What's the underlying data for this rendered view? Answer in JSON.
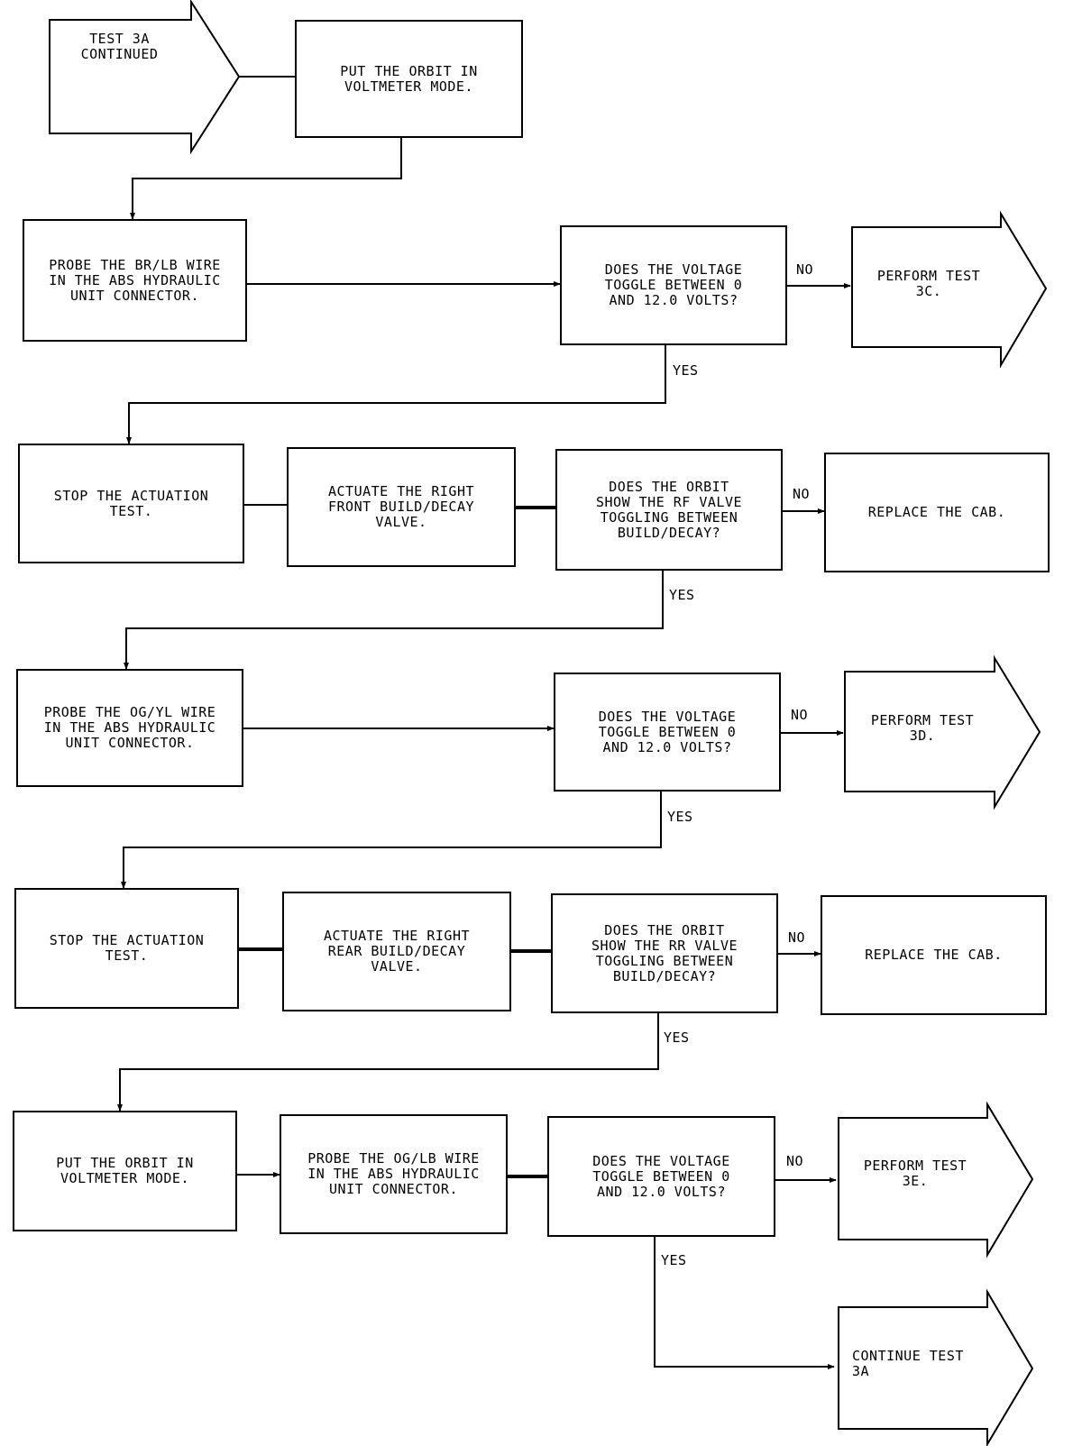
{
  "start": "TEST 3A\nCONTINUED",
  "steps": {
    "put_orbit_voltmeter_1": "PUT THE ORBIT IN\nVOLTMETER MODE.",
    "probe_brlb": "PROBE THE BR/LB WIRE\nIN THE ABS HYDRAULIC\nUNIT CONNECTOR.",
    "q_voltage_1": "DOES THE VOLTAGE\nTOGGLE BETWEEN 0\nAND 12.0 VOLTS?",
    "perform_3c": "PERFORM TEST\n3C.",
    "stop_actuation_1": "STOP THE ACTUATION\nTEST.",
    "actuate_rf": "ACTUATE THE RIGHT\nFRONT BUILD/DECAY\nVALVE.",
    "q_rf_valve": "DOES THE ORBIT\nSHOW THE RF VALVE\nTOGGLING BETWEEN\nBUILD/DECAY?",
    "replace_cab_1": "REPLACE THE CAB.",
    "probe_ogyl": "PROBE THE OG/YL WIRE\nIN THE ABS HYDRAULIC\nUNIT CONNECTOR.",
    "q_voltage_2": "DOES THE VOLTAGE\nTOGGLE BETWEEN 0\nAND 12.0 VOLTS?",
    "perform_3d": "PERFORM TEST\n3D.",
    "stop_actuation_2": "STOP THE ACTUATION\nTEST.",
    "actuate_rr": "ACTUATE THE RIGHT\nREAR BUILD/DECAY\nVALVE.",
    "q_rr_valve": "DOES THE ORBIT\nSHOW THE RR VALVE\nTOGGLING BETWEEN\nBUILD/DECAY?",
    "replace_cab_2": "REPLACE THE CAB.",
    "put_orbit_voltmeter_2": "PUT THE ORBIT IN\nVOLTMETER MODE.",
    "probe_oglb": "PROBE THE OG/LB WIRE\nIN THE ABS HYDRAULIC\nUNIT CONNECTOR.",
    "q_voltage_3": "DOES THE VOLTAGE\nTOGGLE BETWEEN 0\nAND 12.0 VOLTS?",
    "perform_3e": "PERFORM TEST\n3E.",
    "continue_3a": "CONTINUE TEST\n3A"
  },
  "labels": {
    "no": "NO",
    "yes": "YES"
  }
}
